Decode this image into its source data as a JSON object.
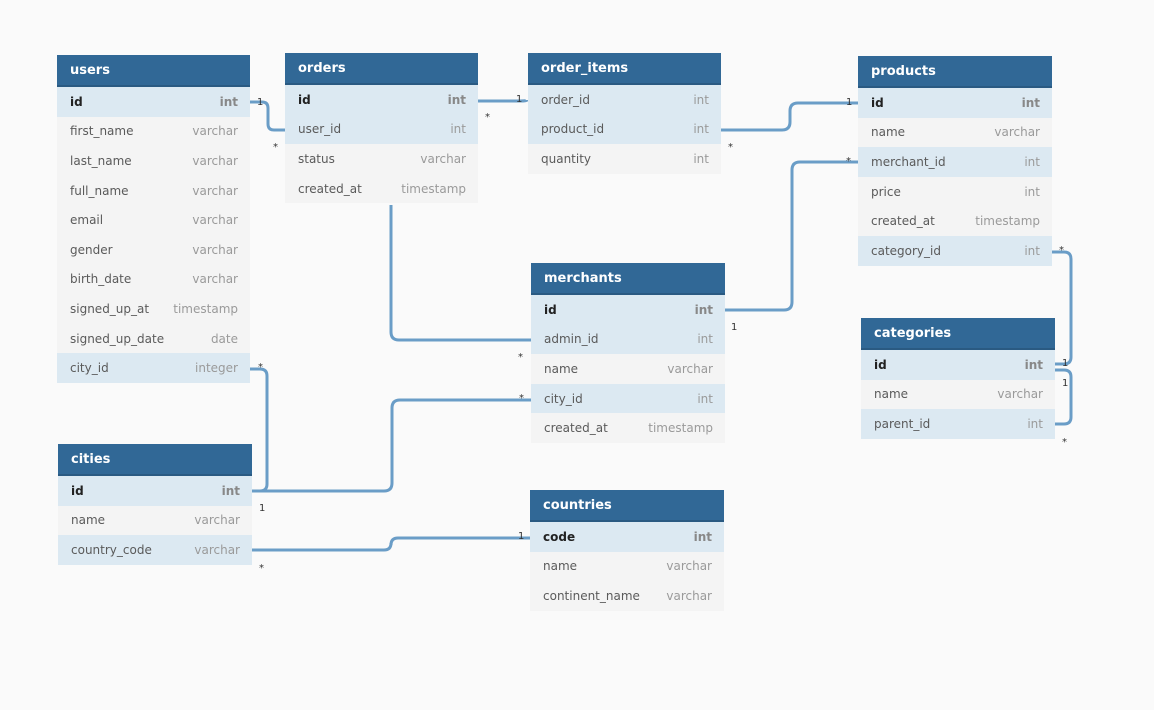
{
  "tables": [
    {
      "id": "users",
      "name": "users",
      "fields": [
        {
          "name": "id",
          "type": "int",
          "pk": true
        },
        {
          "name": "first_name",
          "type": "varchar"
        },
        {
          "name": "last_name",
          "type": "varchar"
        },
        {
          "name": "full_name",
          "type": "varchar"
        },
        {
          "name": "email",
          "type": "varchar"
        },
        {
          "name": "gender",
          "type": "varchar"
        },
        {
          "name": "birth_date",
          "type": "varchar"
        },
        {
          "name": "signed_up_at",
          "type": "timestamp"
        },
        {
          "name": "signed_up_date",
          "type": "date"
        },
        {
          "name": "city_id",
          "type": "integer",
          "ref": true
        }
      ]
    },
    {
      "id": "orders",
      "name": "orders",
      "fields": [
        {
          "name": "id",
          "type": "int",
          "pk": true
        },
        {
          "name": "user_id",
          "type": "int",
          "ref": true
        },
        {
          "name": "status",
          "type": "varchar"
        },
        {
          "name": "created_at",
          "type": "timestamp"
        }
      ]
    },
    {
      "id": "order_items",
      "name": "order_items",
      "fields": [
        {
          "name": "order_id",
          "type": "int",
          "ref": true
        },
        {
          "name": "product_id",
          "type": "int",
          "ref": true
        },
        {
          "name": "quantity",
          "type": "int"
        }
      ]
    },
    {
      "id": "products",
      "name": "products",
      "fields": [
        {
          "name": "id",
          "type": "int",
          "pk": true
        },
        {
          "name": "name",
          "type": "varchar"
        },
        {
          "name": "merchant_id",
          "type": "int",
          "ref": true
        },
        {
          "name": "price",
          "type": "int"
        },
        {
          "name": "created_at",
          "type": "timestamp"
        },
        {
          "name": "category_id",
          "type": "int",
          "ref": true
        }
      ]
    },
    {
      "id": "merchants",
      "name": "merchants",
      "fields": [
        {
          "name": "id",
          "type": "int",
          "pk": true
        },
        {
          "name": "admin_id",
          "type": "int",
          "ref": true
        },
        {
          "name": "name",
          "type": "varchar"
        },
        {
          "name": "city_id",
          "type": "int",
          "ref": true
        },
        {
          "name": "created_at",
          "type": "timestamp"
        }
      ]
    },
    {
      "id": "categories",
      "name": "categories",
      "fields": [
        {
          "name": "id",
          "type": "int",
          "pk": true
        },
        {
          "name": "name",
          "type": "varchar"
        },
        {
          "name": "parent_id",
          "type": "int",
          "ref": true
        }
      ]
    },
    {
      "id": "cities",
      "name": "cities",
      "fields": [
        {
          "name": "id",
          "type": "int",
          "pk": true
        },
        {
          "name": "name",
          "type": "varchar"
        },
        {
          "name": "country_code",
          "type": "varchar",
          "ref": true
        }
      ]
    },
    {
      "id": "countries",
      "name": "countries",
      "fields": [
        {
          "name": "code",
          "type": "int",
          "pk": true
        },
        {
          "name": "name",
          "type": "varchar"
        },
        {
          "name": "continent_name",
          "type": "varchar"
        }
      ]
    }
  ],
  "relationships": [
    {
      "from": "users.id",
      "from_card": "1",
      "to": "orders.user_id",
      "to_card": "*"
    },
    {
      "from": "orders.id",
      "from_card": "*",
      "to": "order_items.order_id",
      "to_card": "1"
    },
    {
      "from": "order_items.product_id",
      "from_card": "*",
      "to": "products.id",
      "to_card": "1"
    },
    {
      "from": "products.merchant_id",
      "from_card": "*",
      "to": "merchants.id",
      "to_card": "1"
    },
    {
      "from": "products.category_id",
      "from_card": "*",
      "to": "categories.id",
      "to_card": "1"
    },
    {
      "from": "categories.parent_id",
      "from_card": "*",
      "to": "categories.id",
      "to_card": "1"
    },
    {
      "from": "orders.user_id",
      "from_card": "",
      "to": "merchants.admin_id",
      "to_card": "*"
    },
    {
      "from": "users.city_id",
      "from_card": "*",
      "to": "cities.id",
      "to_card": "1"
    },
    {
      "from": "merchants.city_id",
      "from_card": "*",
      "to": "cities.id",
      "to_card": ""
    },
    {
      "from": "cities.country_code",
      "from_card": "*",
      "to": "countries.code",
      "to_card": "1"
    }
  ],
  "colors": {
    "header": "#316896",
    "link": "#6a9dc7",
    "key_row": "#dce9f2",
    "row": "#f4f4f4",
    "background": "#fafafa"
  }
}
